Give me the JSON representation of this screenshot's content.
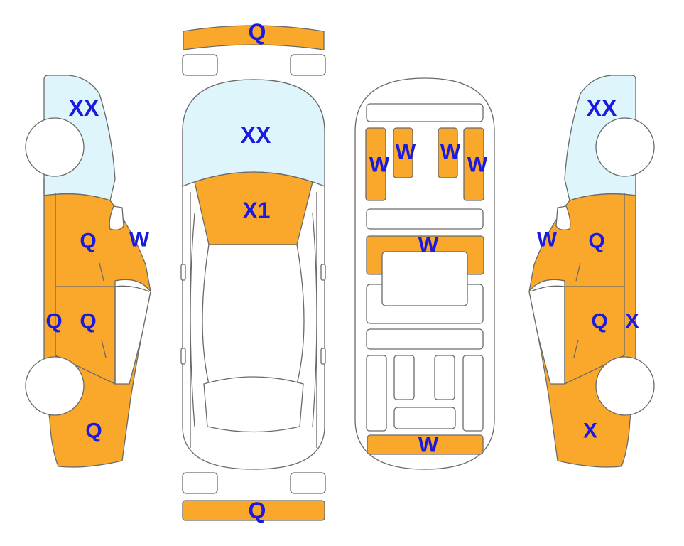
{
  "colors": {
    "damage": "#f9a82b",
    "glass": "#def5fb",
    "outline": "#6a6a6a",
    "label": "#1a1ae0",
    "background": "#ffffff"
  },
  "labels": {
    "front_bumper": "Q",
    "rear_bumper": "Q",
    "top_windshield": "XX",
    "hood": "X1",
    "left_windshield": "XX",
    "left_front_door": "Q",
    "left_a_pillar": "W",
    "left_rear_door": "Q",
    "left_rocker": "Q",
    "left_rear_quarter": "Q",
    "right_windshield": "XX",
    "right_a_pillar": "W",
    "right_front_door": "Q",
    "right_rear_door": "Q",
    "right_rocker": "X",
    "right_rear_quarter": "X",
    "floor_seat_1": "W",
    "floor_seat_2": "W",
    "floor_seat_3": "W",
    "floor_seat_4": "W",
    "floor_cross_member": "W",
    "floor_rear_panel": "W"
  }
}
